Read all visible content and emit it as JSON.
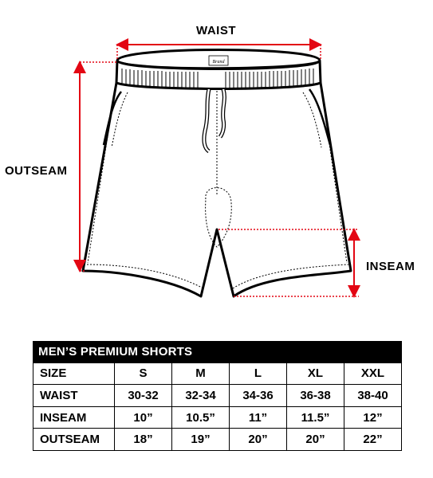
{
  "diagram": {
    "labels": {
      "waist": "WAIST",
      "outseam": "OUTSEAM",
      "inseam": "INSEAM"
    },
    "logo_text": "Brand"
  },
  "size_table": {
    "title": "MEN’S PREMIUM SHORTS",
    "header": [
      "SIZE",
      "S",
      "M",
      "L",
      "XL",
      "XXL"
    ],
    "rows": [
      [
        "WAIST",
        "30-32",
        "32-34",
        "34-36",
        "36-38",
        "38-40"
      ],
      [
        "INSEAM",
        "10”",
        "10.5”",
        "11”",
        "11.5”",
        "12”"
      ],
      [
        "OUTSEAM",
        "18”",
        "19”",
        "20”",
        "20”",
        "22”"
      ]
    ]
  },
  "colors": {
    "dimension_lines": "#e30613",
    "outline": "#000000",
    "table_header_bg": "#000000"
  }
}
